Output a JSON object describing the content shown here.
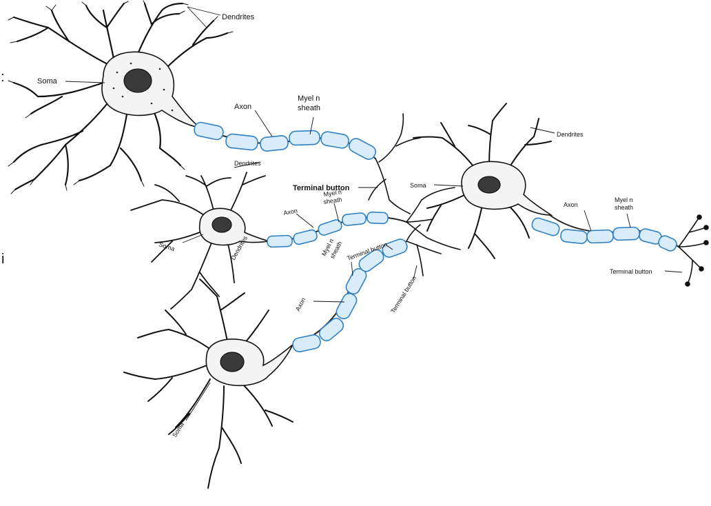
{
  "labels": {
    "dendrites_1": "Dendrites",
    "soma_1": "Soma",
    "axon_1": "Axon",
    "myelin_1": "Myel n",
    "myelin_1b": "sheath",
    "dendrites_2": "Dendrites",
    "soma_2": "Soma",
    "terminal_button_1": "Terminal button",
    "dendrites_3": "Dendrites",
    "soma_3": "Soma",
    "axon_3": "Axon",
    "myelin_3": "Myel n",
    "myelin_3b": "sheath",
    "dendrites_3b": "Dendrites",
    "myelin_5": "Myel n",
    "myelin_5b": "sheath",
    "terminal_button_5": "Terminal button",
    "axon_5": "Axon",
    "terminal_button_5b": "Terminal button",
    "soma_5": "Soma",
    "axon_2": "Axon",
    "myelin_2": "Myel n",
    "myelin_2b": "sheath",
    "terminal_button_2": "Terminal button",
    "edge_char_1": ":",
    "edge_char_2": "i"
  },
  "colors": {
    "myelin_fill": "#d9ecf9",
    "myelin_stroke": "#2f80c4",
    "ink": "#111111"
  }
}
